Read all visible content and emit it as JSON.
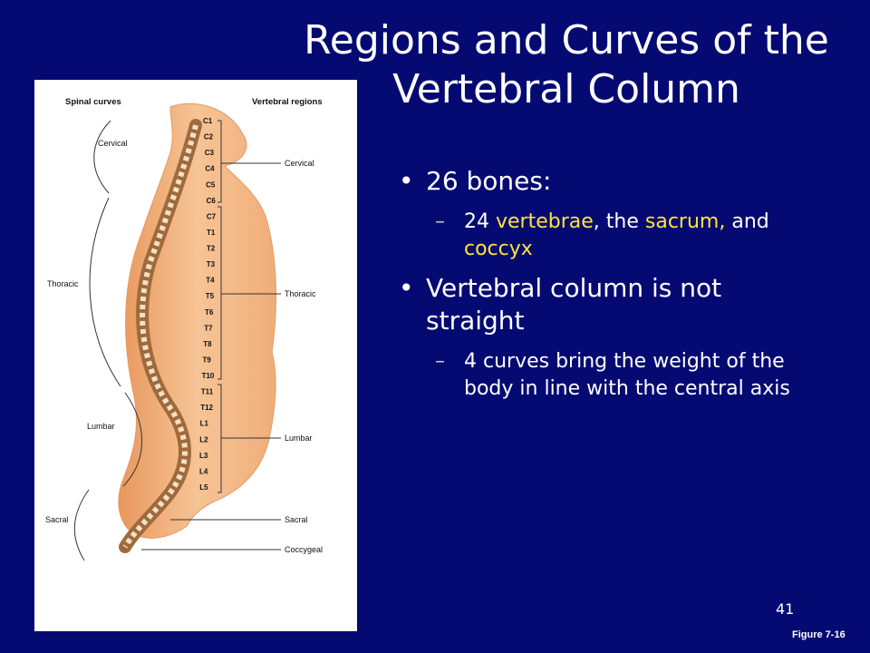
{
  "slide": {
    "title": "Regions and Curves of the Vertebral Column",
    "page_number": "41",
    "figure_ref": "Figure 7-16"
  },
  "bullets": {
    "b1": "26 bones:",
    "b1_sub": {
      "p1": "24 ",
      "h1": "vertebrae",
      "p2": ", the ",
      "h2": "sacrum,",
      "p3": " and ",
      "h3": "coccyx"
    },
    "b2": "Vertebral column is not straight",
    "b2_sub": "4 curves bring the weight of the body in line with the central axis"
  },
  "colors": {
    "background": "#050a73",
    "highlight": "#ffe33a",
    "skin": "#f2b27f",
    "bone": "#a06a3c"
  },
  "figure": {
    "heading_left": "Spinal curves",
    "heading_right": "Vertebral regions",
    "curves": {
      "cervical": "Cervical",
      "thoracic": "Thoracic",
      "lumbar": "Lumbar",
      "sacral": "Sacral"
    },
    "regions": {
      "cervical": "Cervical",
      "thoracic": "Thoracic",
      "lumbar": "Lumbar",
      "sacral": "Sacral",
      "coccygeal": "Coccygeal"
    },
    "vertebrae": [
      "C1",
      "C2",
      "C3",
      "C4",
      "C5",
      "C6",
      "C7",
      "T1",
      "T2",
      "T3",
      "T4",
      "T5",
      "T6",
      "T7",
      "T8",
      "T9",
      "T10",
      "T11",
      "T12",
      "L1",
      "L2",
      "L3",
      "L4",
      "L5"
    ]
  }
}
